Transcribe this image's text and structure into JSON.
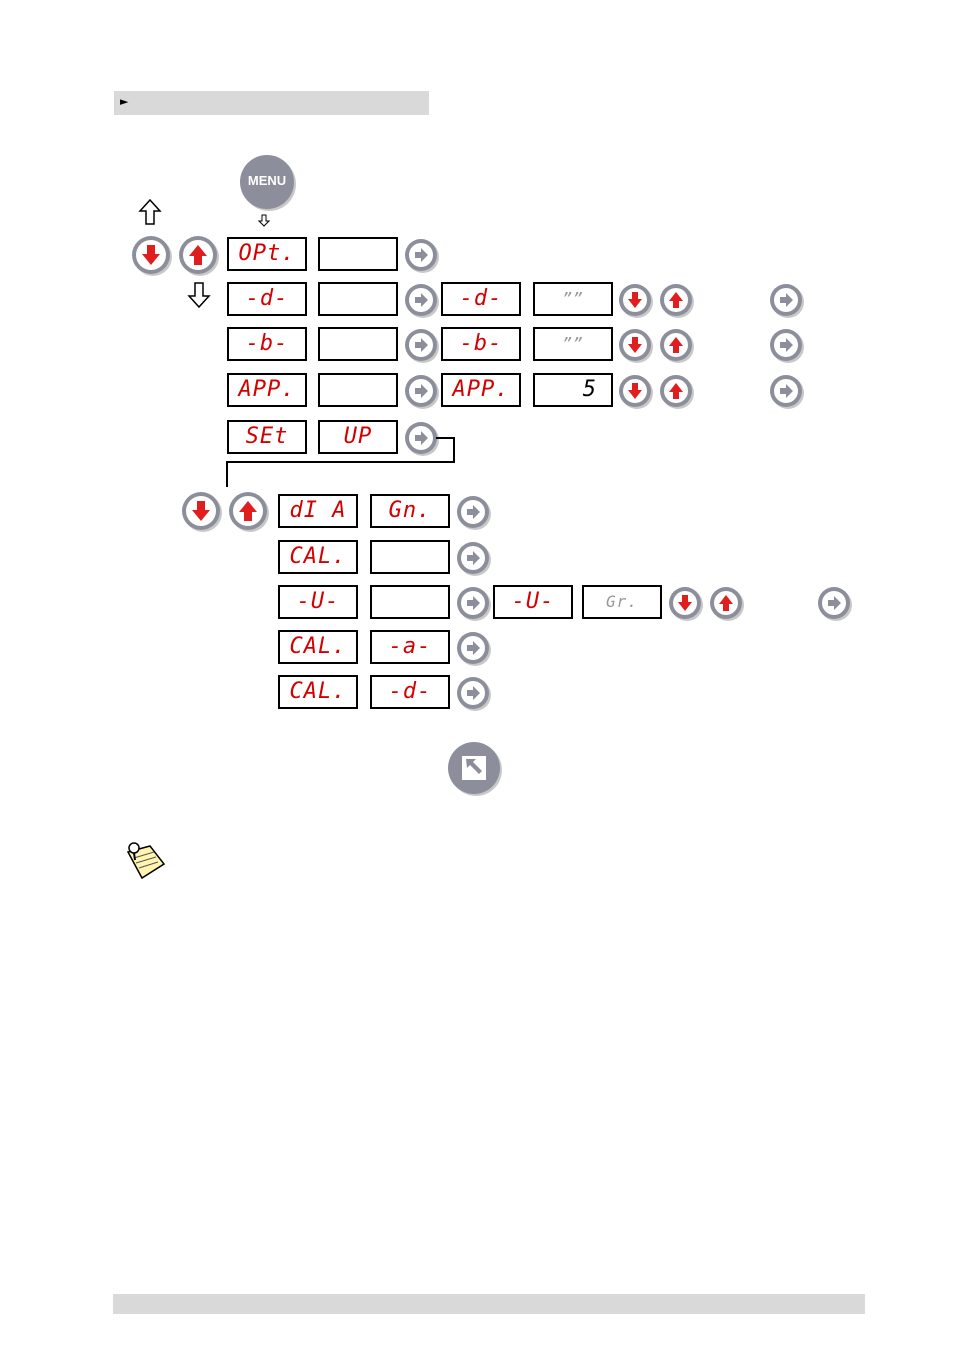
{
  "header": {
    "marker": "►"
  },
  "menu_button": {
    "label": "MENU"
  },
  "displays": {
    "opt": "OPt.",
    "d_left": "-d-",
    "b_left": "-b-",
    "app_left": "APP.",
    "set": "SEt",
    "up": "UP",
    "d_right": "-d-",
    "d_value": "””",
    "b_right": "-b-",
    "b_value": "””",
    "app_right": "APP.",
    "app_value": "5",
    "dia": "dI A",
    "gn": "Gn.",
    "cal1": "CAL.",
    "u_left": "-U-",
    "u_right": "-U-",
    "gr": "Gr.",
    "cal2": "CAL.",
    "a": "-a-",
    "cal3": "CAL.",
    "d_sub": "-d-"
  },
  "colors": {
    "display_text": "#d40000",
    "button": "#8c8f9b",
    "arrow_red": "#e01e1e"
  },
  "icons": [
    "menu-button-icon",
    "enter-arrow-icon",
    "down-arrow-icon",
    "up-arrow-icon",
    "escape-arrow-icon",
    "note-icon"
  ]
}
